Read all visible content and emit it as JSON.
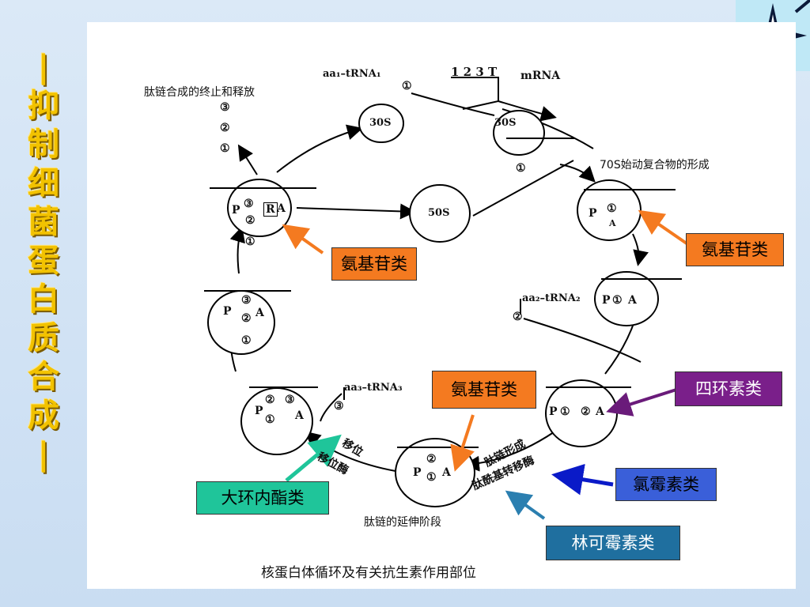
{
  "side_title": [
    "|",
    "抑",
    "制",
    "细",
    "菌",
    "蛋",
    "白",
    "质",
    "合",
    "成",
    "|"
  ],
  "labels": {
    "termination": "肽链合成的终止和释放",
    "aa1_trna": "aa₁–tRNA₁",
    "mrna_codons": "1  2  3  T",
    "mrna": "mRNA",
    "s30_left": "30S",
    "s30_right": "30S",
    "s50": "50S",
    "initiation": "70S始动复合物的形成",
    "aa2_trna": "aa₂–tRNA₂",
    "aa3_trna": "aa₃–tRNA₃",
    "translocation": "移位",
    "translocase": "移位酶",
    "peptide_formation": "肽链形成",
    "peptidyl_transferase": "肽酰基转移酶",
    "elongation": "肽链的延伸阶段",
    "caption": "核蛋白体循环及有关抗生素作用部位"
  },
  "ribosome_marks": {
    "P": "P",
    "A": "A",
    "R": "R",
    "n1": "①",
    "n2": "②",
    "n3": "③"
  },
  "callouts": {
    "aminoglycoside_left": "氨基苷类",
    "aminoglycoside_right": "氨基苷类",
    "aminoglycoside_mid": "氨基苷类",
    "tetracycline": "四环素类",
    "chloramphenicol": "氯霉素类",
    "macrolide": "大环内酯类",
    "lincomycin": "林可霉素类"
  },
  "colors": {
    "title_gold": "#f2c200",
    "aminoglycoside_bg": "#f47a20",
    "tetracycline_bg": "#7a1f8a",
    "chloramphenicol_bg": "#3a5fd9",
    "macrolide_bg": "#1fc59a",
    "lincomycin_bg": "#1f6f9f"
  }
}
